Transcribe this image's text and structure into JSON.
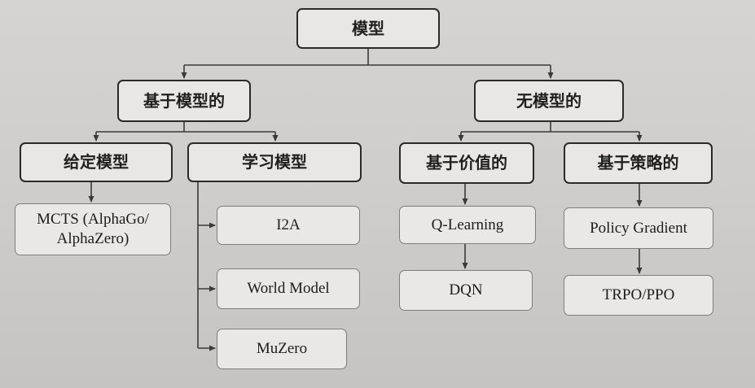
{
  "nodes": {
    "root": "模型",
    "model_based": "基于模型的",
    "model_free": "无模型的",
    "given_model": "给定模型",
    "learned_model": "学习模型",
    "value_based": "基于价值的",
    "policy_based": "基于策略的",
    "mcts": "MCTS (AlphaGo/\nAlphaZero)",
    "i2a": "I2A",
    "world_model": "World Model",
    "muzero": "MuZero",
    "q_learning": "Q-Learning",
    "dqn": "DQN",
    "policy_gradient": "Policy Gradient",
    "trpo_ppo": "TRPO/PPO"
  }
}
